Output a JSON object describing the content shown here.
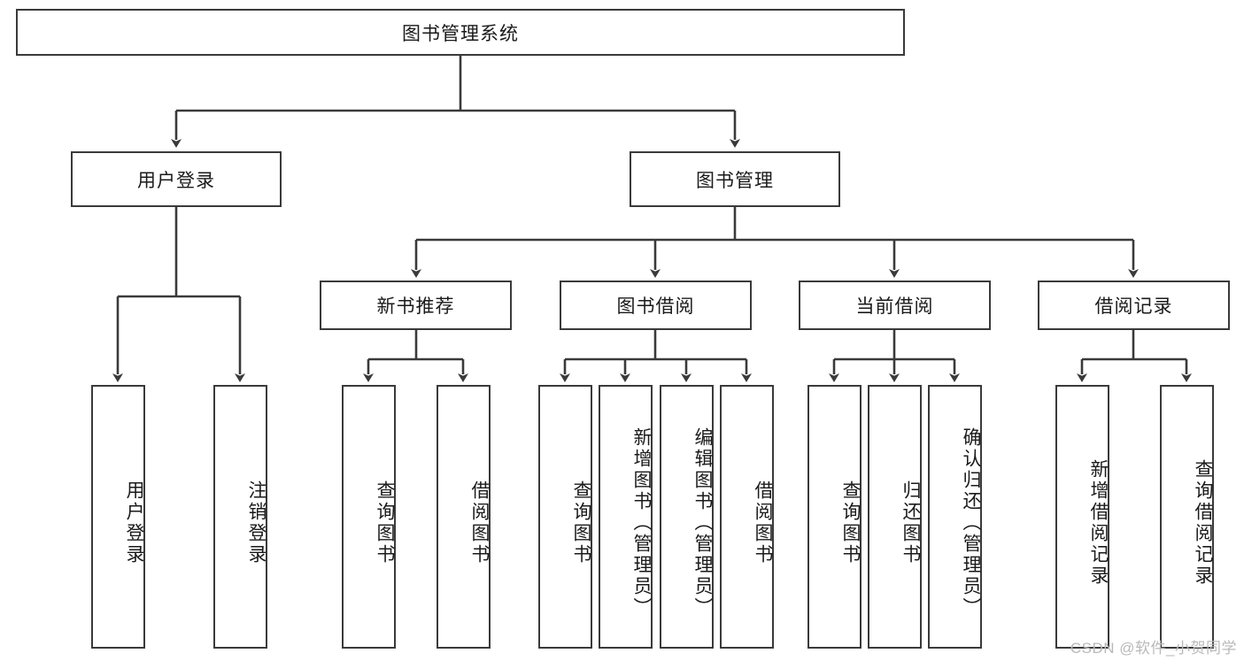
{
  "diagram": {
    "title": "图书管理系统",
    "type": "tree-hierarchy",
    "colors": {
      "stroke": "#3a3a3a",
      "fill": "#ffffff",
      "text": "#1a1a1a",
      "watermark": "#b9b9b9"
    },
    "root": {
      "label": "图书管理系统"
    },
    "level1": [
      {
        "label": "用户登录"
      },
      {
        "label": "图书管理"
      }
    ],
    "level2": [
      {
        "label": "新书推荐"
      },
      {
        "label": "图书借阅"
      },
      {
        "label": "当前借阅"
      },
      {
        "label": "借阅记录"
      }
    ],
    "leaves": {
      "user_login": [
        {
          "label": "用户登录"
        },
        {
          "label": "注销登录"
        }
      ],
      "new_book_recommend": [
        {
          "label": "查询图书"
        },
        {
          "label": "借阅图书"
        }
      ],
      "book_borrow": [
        {
          "label": "查询图书"
        },
        {
          "label": "新增图书（管理员）"
        },
        {
          "label": "编辑图书（管理员）"
        },
        {
          "label": "借阅图书"
        }
      ],
      "current_borrow": [
        {
          "label": "查询图书"
        },
        {
          "label": "归还图书"
        },
        {
          "label": "确认归还（管理员）"
        }
      ],
      "borrow_record": [
        {
          "label": "新增借阅记录"
        },
        {
          "label": "查询借阅记录"
        }
      ]
    }
  },
  "watermark": {
    "text": "CSDN @软件_小贺同学"
  }
}
